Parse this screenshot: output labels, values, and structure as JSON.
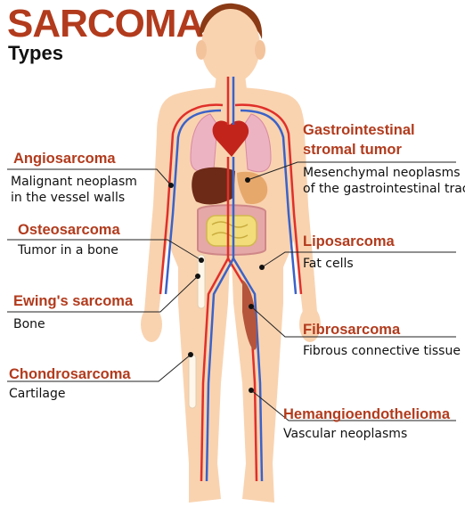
{
  "title": "SARCOMA",
  "subtitle": "Types",
  "types": [
    {
      "name": "Angiosarcoma",
      "desc": "Malignant neoplasm in the vessel walls",
      "desc1": "Malignant neoplasm",
      "desc2": "in the vessel walls"
    },
    {
      "name": "Osteosarcoma",
      "desc": "Tumor in a bone"
    },
    {
      "name": "Ewing's sarcoma",
      "desc": "Bone"
    },
    {
      "name": "Chondrosarcoma",
      "desc": "Cartilage"
    },
    {
      "name1": "Gastrointestinal",
      "name2": "stromal tumor",
      "desc1": "Mesenchymal neoplasms",
      "desc2": "of the gastrointestinal tract"
    },
    {
      "name": "Liposarcoma",
      "desc": "Fat cells"
    },
    {
      "name": "Fibrosarcoma",
      "desc": "Fibrous connective tissue"
    },
    {
      "name": "Hemangioendothelioma",
      "desc": "Vascular neoplasms"
    }
  ],
  "colors": {
    "accent": "#b23b1d",
    "skin": "#f9d3b0",
    "artery": "#e0302a",
    "vein": "#3b62c8"
  }
}
